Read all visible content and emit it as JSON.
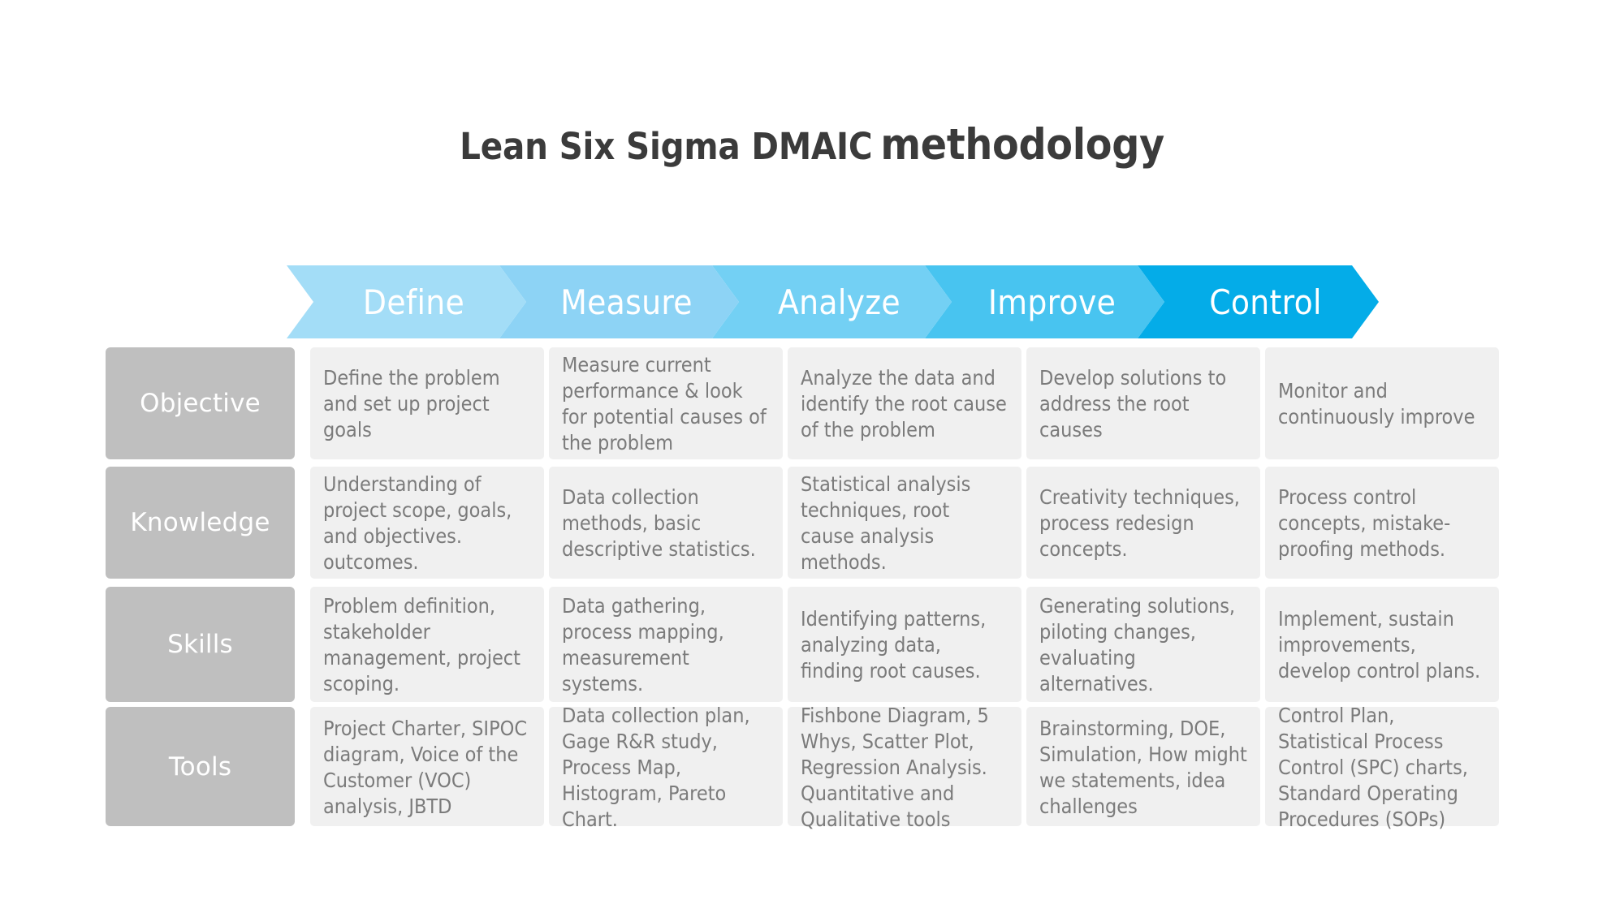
{
  "title": {
    "part1": "Lean Six Sigma DMAIC",
    "part2": "methodology"
  },
  "phases": [
    {
      "label": "Define",
      "color": "#a3ddf7"
    },
    {
      "label": "Measure",
      "color": "#8dd3f5"
    },
    {
      "label": "Analyze",
      "color": "#73d0f4"
    },
    {
      "label": "Improve",
      "color": "#48c4f0"
    },
    {
      "label": "Control",
      "color": "#04ace8"
    }
  ],
  "row_labels": [
    {
      "label": "Objective"
    },
    {
      "label": "Knowledge"
    },
    {
      "label": "Skills"
    },
    {
      "label": "Tools"
    }
  ],
  "matrix": [
    [
      "Define the problem and set up project goals",
      "Measure current performance & look for potential causes of the problem",
      "Analyze the data and identify the root cause of the problem",
      "Develop solutions to address the root causes",
      "Monitor and continuously improve"
    ],
    [
      "Understanding of project scope, goals, and objectives. outcomes.",
      "Data collection methods, basic descriptive statistics.",
      "Statistical analysis techniques, root cause analysis methods.",
      "Creativity techniques, process redesign concepts.",
      "Process control concepts, mistake-proofing methods."
    ],
    [
      "Problem definition, stakeholder management, project scoping.",
      "Data gathering, process mapping, measurement systems.",
      "Identifying patterns, analyzing data, finding root causes.",
      "Generating solutions, piloting changes, evaluating alternatives.",
      "Implement, sustain improvements, develop control plans."
    ],
    [
      "Project Charter, SIPOC diagram, Voice of the Customer (VOC) analysis, JBTD",
      "Data collection plan, Gage R&R study, Process Map, Histogram, Pareto Chart.",
      "Fishbone Diagram, 5 Whys, Scatter Plot, Regression Analysis. Quantitative and Qualitative tools",
      "Brainstorming, DOE, Simulation, How might we statements, idea challenges",
      "Control Plan, Statistical Process Control (SPC) charts, Standard Operating Procedures (SOPs)"
    ]
  ],
  "colors": {
    "row_label_bg": "#bfbfbf",
    "cell_bg": "#f0f0f0",
    "cell_text": "#7b7b7b",
    "title_text": "#3b3b3b"
  }
}
